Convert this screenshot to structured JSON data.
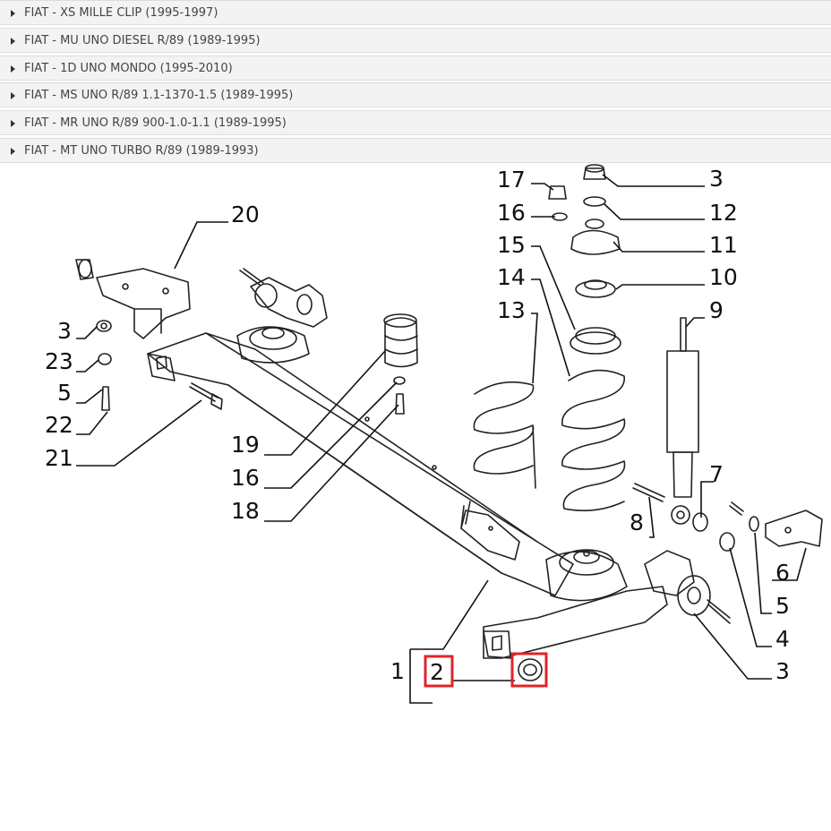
{
  "accordion": {
    "items": [
      {
        "label": "FIAT - XS MILLE CLIP (1995-1997)"
      },
      {
        "label": "FIAT - MU UNO DIESEL R/89 (1989-1995)"
      },
      {
        "label": "FIAT - 1D UNO MONDO (1995-2010)"
      },
      {
        "label": "FIAT - MS UNO R/89 1.1-1370-1.5 (1989-1995)"
      },
      {
        "label": "FIAT - MR UNO R/89 900-1.0-1.1 (1989-1995)"
      },
      {
        "label": "FIAT - MT UNO TURBO R/89 (1989-1993)"
      }
    ]
  },
  "diagram": {
    "callouts": {
      "c1": "1",
      "c2": "2",
      "c3a": "3",
      "c3b": "3",
      "c3c": "3",
      "c4": "4",
      "c5a": "5",
      "c5b": "5",
      "c6": "6",
      "c7": "7",
      "c8": "8",
      "c9": "9",
      "c10": "10",
      "c11": "11",
      "c12": "12",
      "c13": "13",
      "c14": "14",
      "c15": "15",
      "c16a": "16",
      "c16b": "16",
      "c17": "17",
      "c18": "18",
      "c19": "19",
      "c20": "20",
      "c21": "21",
      "c22": "22",
      "c23": "23"
    },
    "highlight_color": "#e0242a"
  }
}
